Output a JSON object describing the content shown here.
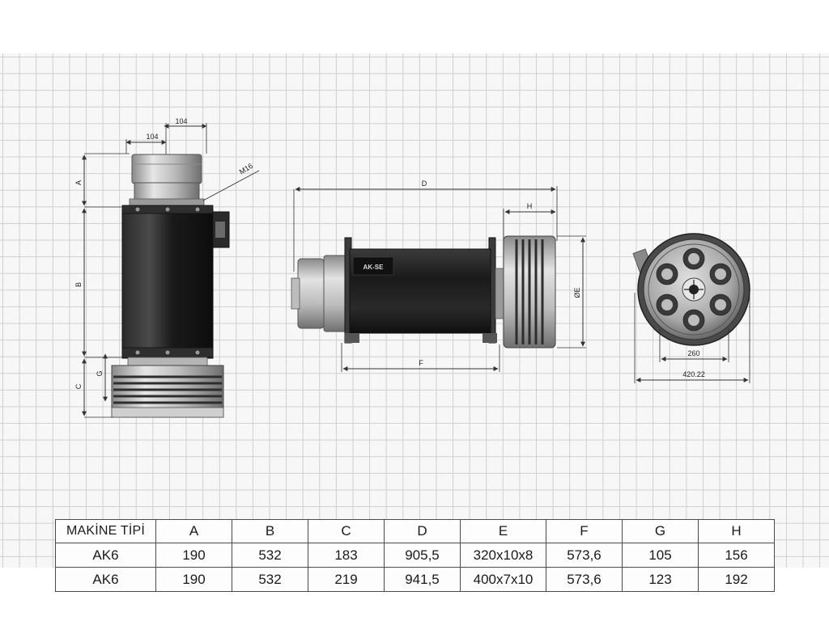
{
  "drawing": {
    "side_view": {
      "dim_104_upper": "104",
      "dim_104_lower": "104",
      "thread_label": "M16",
      "label_a": "A",
      "label_b": "B",
      "label_c": "C",
      "label_g": "G"
    },
    "front_view": {
      "label_d": "D",
      "label_h": "H",
      "label_f": "F",
      "label_e": "ØE",
      "badge_text": "AK-SE"
    },
    "end_view": {
      "dim_inner": "260",
      "dim_outer": "420.22"
    }
  },
  "table": {
    "headers": [
      "MAKİNE TİPİ",
      "A",
      "B",
      "C",
      "D",
      "E",
      "F",
      "G",
      "H"
    ],
    "rows": [
      [
        "AK6",
        "190",
        "532",
        "183",
        "905,5",
        "320x10x8",
        "573,6",
        "105",
        "156"
      ],
      [
        "AK6",
        "190",
        "532",
        "219",
        "941,5",
        "400x7x10",
        "573,6",
        "123",
        "192"
      ]
    ]
  },
  "colors": {
    "sheet_background": "#f7f7f7",
    "grid_line": "#cfcfcf",
    "motor_body": "#1f1f1f",
    "metal_light": "#cfcfcf",
    "dimension_line": "#333333"
  }
}
